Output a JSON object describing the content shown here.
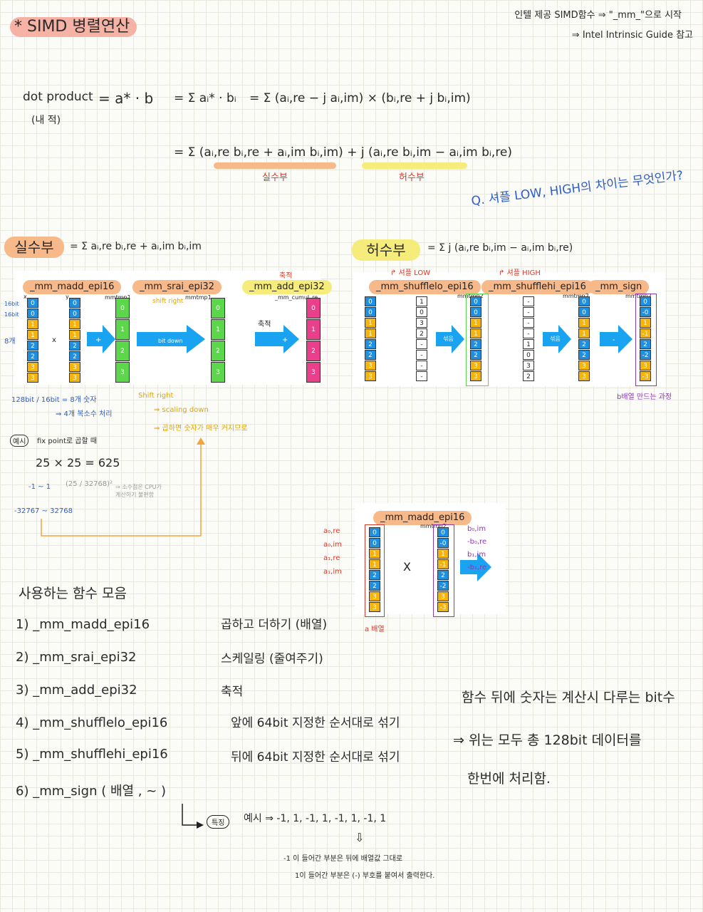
{
  "header": {
    "title": "* SIMD 병렬연산",
    "ref_line1": "인텔 제공 SIMD함수 ⇒ \"_mm_\"으로 시작",
    "ref_line2": "⇒ Intel Intrinsic Guide 참고"
  },
  "dot_product": {
    "label": "dot product",
    "label_kr": "(내 적)",
    "eq1": "= a* · b",
    "eq2": "= Σ aᵢ* · bᵢ",
    "eq3": "= Σ (aᵢ,re − j aᵢ,im) × (bᵢ,re + j bᵢ,im)",
    "eq4": "= Σ (aᵢ,re bᵢ,re + aᵢ,im bᵢ,im) + j (aᵢ,re bᵢ,im − aᵢ,im bᵢ,re)",
    "real_label": "실수부",
    "imag_label": "허수부",
    "question": "Q. 셔플 LOW, HIGH의 차이는 무엇인가?"
  },
  "real_section": {
    "title": "실수부",
    "formula": "= Σ aᵢ,re bᵢ,re + aᵢ,im bᵢ,im",
    "fn1": "_mm_madd_epi16",
    "fn2": "_mm_srai_epi32",
    "fn3": "_mm_add_epi32",
    "fn3_note": "축적",
    "mmtmp1": "mmtmp1",
    "mmtmp1b": "mmtmp1",
    "cumul": "_mm_cumul_re",
    "shift_note": "shift right",
    "bitdown": "bit down",
    "accum": "축적",
    "x_label": "x",
    "y_label": "y",
    "bits_16a": "16bit",
    "bits_16b": "16bit",
    "bits_8": "8개",
    "col_x": [
      "0",
      "0",
      "1",
      "1",
      "2",
      "2",
      "3",
      "3"
    ],
    "col_y": [
      "0",
      "0",
      "1",
      "1",
      "2",
      "2",
      "3",
      "3"
    ],
    "col_out": [
      "0",
      "1",
      "2",
      "3"
    ],
    "note1": "128bit / 16bit = 8개 숫자",
    "note2": "⇒ 4개 복소수 처리",
    "shift_title": "Shift right",
    "shift1": "⇒ scaling down",
    "shift2": "⇒ 곱하면 숫자가 매우 커지므로"
  },
  "example": {
    "tag": "예시",
    "text": "fix point로 곱할 때",
    "mult": "25 × 25 = 625",
    "range1": "-1 ~ 1",
    "frac": "(25 / 32768)²",
    "frac_note": "⇒ 소수점은 CPU가 계산하기 불편함",
    "range2": "-32767 ~ 32768"
  },
  "imag_section": {
    "title": "허수부",
    "formula": "= Σ j (aᵢ,re bᵢ,im − aᵢ,im bᵢ,re)",
    "fn1": "_mm_shufflelo_epi16",
    "fn2": "_mm_shufflehi_epi16",
    "fn3": "_mm_sign",
    "low_note": "↱ 셔플 LOW",
    "high_note": "↱ 셔플 HIGH",
    "mmtmp2": "mmtmp2",
    "mix": "섞음",
    "col_in": [
      "0",
      "0",
      "1",
      "1",
      "2",
      "2",
      "3",
      "3"
    ],
    "col_idx1": [
      "1",
      "0",
      "3",
      "2",
      "-",
      "-",
      "-",
      "-"
    ],
    "col_lo": [
      "0",
      "0",
      "1",
      "1",
      "2",
      "2",
      "3",
      "3"
    ],
    "col_idx2": [
      "-",
      "-",
      "-",
      "-",
      "1",
      "0",
      "3",
      "2"
    ],
    "col_hi": [
      "0",
      "0",
      "1",
      "1",
      "2",
      "2",
      "3",
      "3"
    ],
    "col_sign": [
      "0",
      "-0",
      "1",
      "-1",
      "2",
      "-2",
      "3",
      "-3"
    ],
    "b_note": "b배열 만드는 과정"
  },
  "madd2": {
    "fn": "_mm_madd_epi16",
    "mmtmp2": "mmtmp2",
    "left_labels": [
      "a₀,re",
      "a₀,im",
      "a₁,re",
      "a₁,im"
    ],
    "right_labels": [
      "b₀,im",
      "-b₀,re",
      "b₁,im",
      "-b₁,re"
    ],
    "col_a": [
      "0",
      "0",
      "1",
      "1",
      "2",
      "2",
      "3",
      "3"
    ],
    "col_b": [
      "0",
      "-0",
      "1",
      "-1",
      "2",
      "-2",
      "3",
      "-3"
    ],
    "times": "X",
    "a_label": "a 배열"
  },
  "functions": {
    "heading": "사용하는 함수 모음",
    "items": [
      {
        "name": "1) _mm_madd_epi16",
        "desc": "곱하고 더하기 (배열)"
      },
      {
        "name": "2) _mm_srai_epi32",
        "desc": "스케일링 (줄여주기)"
      },
      {
        "name": "3) _mm_add_epi32",
        "desc": "축적"
      },
      {
        "name": "4) _mm_shufflelo_epi16",
        "desc": "앞에 64bit 지정한 순서대로 섞기"
      },
      {
        "name": "5) _mm_shufflehi_epi16",
        "desc": "뒤에 64bit 지정한 순서대로 섞기"
      },
      {
        "name": "6) _mm_sign ( 배열 , ~ )",
        "desc": ""
      }
    ],
    "feature_tag": "특징",
    "feature_example": "예시 ⇒ -1, 1, -1, 1, -1, 1, -1, 1",
    "feature_1": "-1 이 들어간 부분은 뒤에 배열값 그대로",
    "feature_2": "1이 들어간 부분은 (-) 부호를 붙여서 출력한다.",
    "side_1": "함수 뒤에 숫자는 계산시 다루는 bit수",
    "side_2": "⇒ 위는 모두 총 128bit 데이터를",
    "side_3": "한번에 처리함."
  },
  "colors": {
    "accent_orange": "#f8b98a",
    "accent_yellow": "#f6ec7c",
    "title_pink": "#f6b2a4",
    "cell_blue": "#1f8fe0",
    "cell_yellow": "#f5b40b",
    "cell_green": "#5cd64a",
    "cell_pink": "#ea3f8a",
    "arrow_blue": "#1aa3f0"
  }
}
